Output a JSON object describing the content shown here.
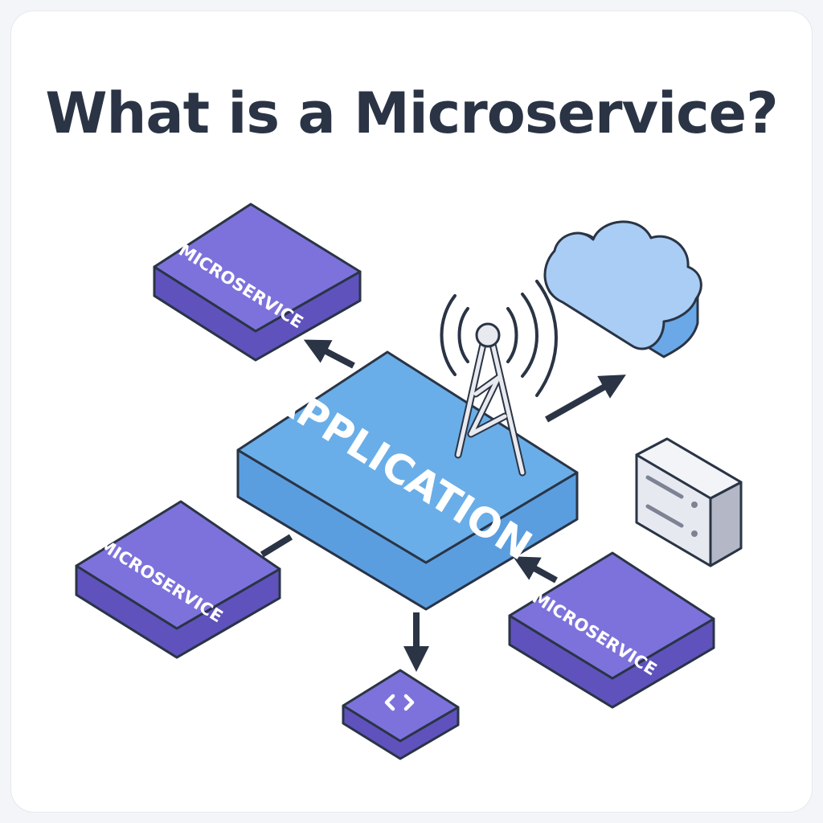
{
  "title": "What is a Microservice?",
  "application": {
    "label": "APPLICATION"
  },
  "microservices": [
    {
      "label": "MICROSERVICE"
    },
    {
      "label": "MICROSERVICE"
    },
    {
      "label": "MICROSERVICE"
    }
  ],
  "icons": {
    "cloud": "cloud-icon",
    "server": "server-icon",
    "code": "code-brackets-icon",
    "antenna": "antenna-tower-icon"
  },
  "colors": {
    "title": "#2a3445",
    "microservice_top": "#7d72db",
    "microservice_side": "#6356c4",
    "application_top": "#69aee8",
    "application_side": "#4f92d6",
    "cloud": "#a9cdf4",
    "cloud_side": "#6aa8e8",
    "outline": "#2a3445",
    "server": "#e7e9f0"
  }
}
